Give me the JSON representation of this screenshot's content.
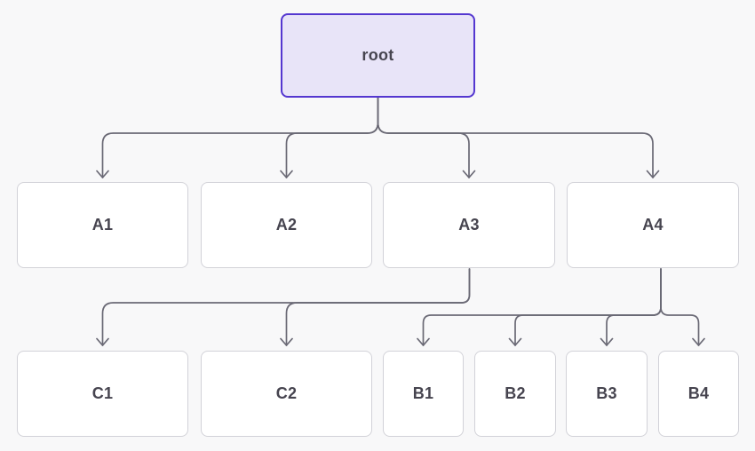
{
  "diagram": {
    "type": "tree-flowchart",
    "orientation": "top-down",
    "nodes": {
      "root": "root",
      "a1": "A1",
      "a2": "A2",
      "a3": "A3",
      "a4": "A4",
      "c1": "C1",
      "c2": "C2",
      "b1": "B1",
      "b2": "B2",
      "b3": "B3",
      "b4": "B4"
    },
    "edges": [
      {
        "from": "root",
        "to": "A1"
      },
      {
        "from": "root",
        "to": "A2"
      },
      {
        "from": "root",
        "to": "A3"
      },
      {
        "from": "root",
        "to": "A4"
      },
      {
        "from": "A3",
        "to": "C1"
      },
      {
        "from": "A3",
        "to": "C2"
      },
      {
        "from": "A4",
        "to": "B1"
      },
      {
        "from": "A4",
        "to": "B2"
      },
      {
        "from": "A4",
        "to": "B3"
      },
      {
        "from": "A4",
        "to": "B4"
      }
    ],
    "colors": {
      "background": "#f8f8f9",
      "node_fill": "#ffffff",
      "node_border": "#d2d2d8",
      "root_fill": "#e8e4f8",
      "root_border": "#5437d0",
      "edge_line": "#6a6975",
      "label_text": "#46444f"
    }
  }
}
